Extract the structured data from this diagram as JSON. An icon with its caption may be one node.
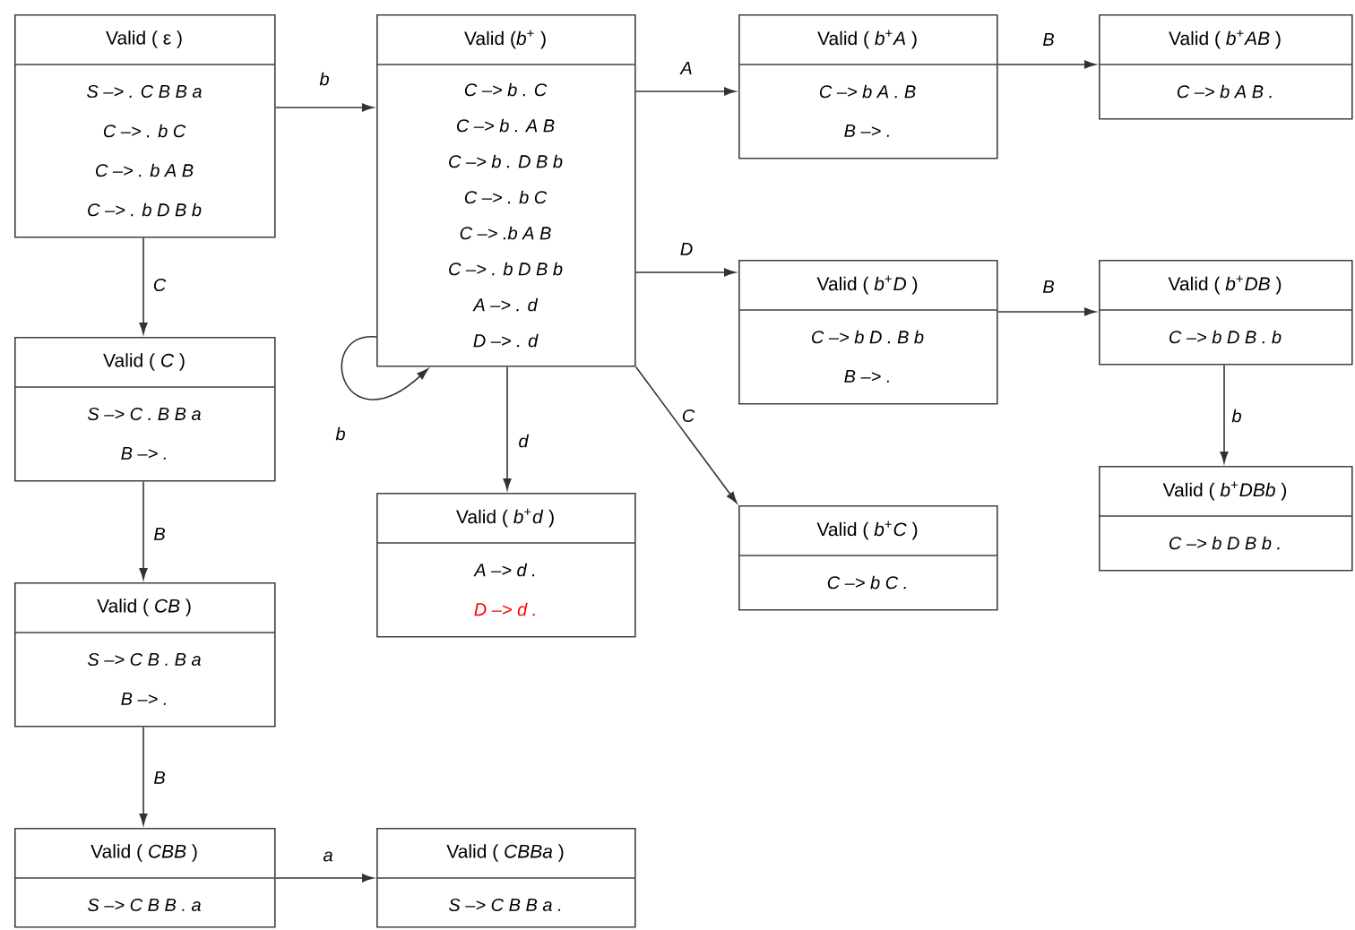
{
  "diagram": {
    "nodes": [
      {
        "text": [
          "Valid ( ε )",
          "S –> . C B B a",
          "C –> . b C",
          "C –> . b A B",
          "C –> . b D B b"
        ]
      },
      {
        "text": [
          "Valid (*b*$^{+}$ )",
          "C –> b . C",
          "C –> b . A B",
          "C –> b . D B b",
          "C –> . b C",
          "C –> .b A B",
          "C –> . b D B b",
          "A –> . d",
          "D –> . d"
        ]
      },
      {
        "text": [
          "Valid ( *b*$^{+}$*A* )",
          "C –> b A . B",
          "B –> ."
        ]
      },
      {
        "text": [
          "Valid ( *b*$^{+}$*AB* )",
          "C –> b A B ."
        ]
      },
      {
        "text": [
          "Valid ( *b*$^{+}$*D* )",
          "C –> b D . B b",
          "B –> ."
        ]
      },
      {
        "text": [
          "Valid ( *b*$^{+}$*DB* )",
          "C –> b D B . b"
        ]
      },
      {
        "text": [
          "Valid ( *C* )",
          "S –> C . B B a",
          "B –> ."
        ]
      },
      {
        "text": [
          "Valid ( *b*$^{+}$*d* )",
          "A –> d .",
          "D –> d ."
        ]
      },
      {
        "text": [
          "Valid ( *b*$^{+}$*C* )",
          "C –> b C ."
        ]
      },
      {
        "text": [
          "Valid ( *b*$^{+}$*DBb* )",
          "C –> b D B b ."
        ]
      },
      {
        "text": [
          "Valid ( *CB* )",
          "S –> C B . B a",
          "B –> ."
        ]
      },
      {
        "text": [
          "Valid ( *CBB* )",
          "S –> C B B . a"
        ]
      },
      {
        "text": [
          "Valid ( *CBBa* )",
          "S –> C B B a ."
        ]
      }
    ],
    "edges": [
      {
        "from": 0,
        "to": 1,
        "arrow": "to",
        "label": "b"
      },
      {
        "from": 1,
        "to": 2,
        "arrow": "to",
        "label": "A"
      },
      {
        "from": 2,
        "to": 3,
        "arrow": "to",
        "label": "B"
      },
      {
        "from": 1,
        "to": 4,
        "arrow": "to",
        "label": "D"
      },
      {
        "from": 4,
        "to": 5,
        "arrow": "to",
        "label": "B"
      },
      {
        "from": 1,
        "to": 1,
        "arrow": "to",
        "label": "b"
      },
      {
        "from": 1,
        "to": 7,
        "arrow": "to",
        "label": "d"
      },
      {
        "from": 1,
        "to": 8,
        "arrow": "to",
        "label": "C"
      },
      {
        "from": 5,
        "to": 9,
        "arrow": "to",
        "label": "b"
      },
      {
        "from": 0,
        "to": 6,
        "arrow": "to",
        "label": "C"
      },
      {
        "from": 6,
        "to": 10,
        "arrow": "to",
        "label": "B"
      },
      {
        "from": 10,
        "to": 11,
        "arrow": "to",
        "label": "B"
      },
      {
        "from": 11,
        "to": 12,
        "arrow": "to",
        "label": "a"
      }
    ]
  }
}
